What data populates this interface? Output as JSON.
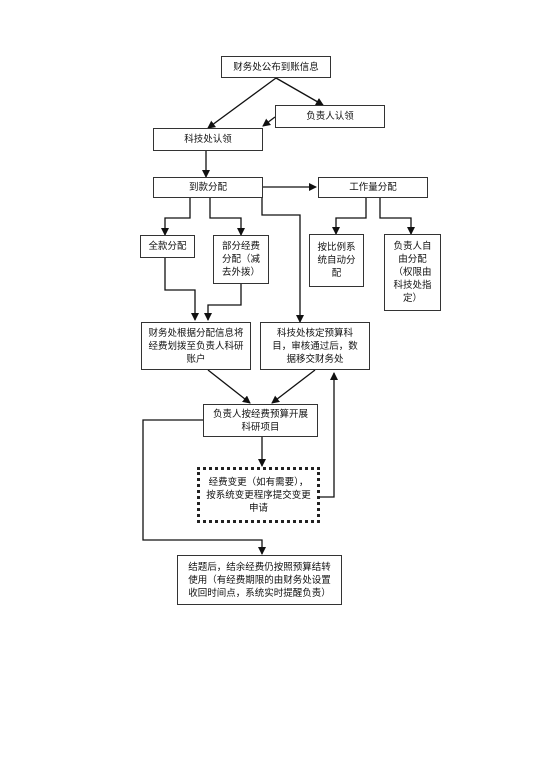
{
  "nodes": {
    "finance_publish": "财务处公布到账信息",
    "pi_claim": "负责人认领",
    "tech_claim": "科技处认领",
    "funds_alloc": "到款分配",
    "workload_alloc": "工作量分配",
    "full_alloc": "全款分配",
    "partial_alloc": "部分经费\n分配（减\n去外拨）",
    "ratio_auto": "按比例系\n统自动分\n配",
    "pi_free": "负责人自\n由分配\n（权限由\n科技处指\n定）",
    "finance_transfer": "财务处根据分配信息将\n经费划拨至负责人科研\n账户",
    "tech_verify": "科技处核定预算科\n目，审核通过后，数\n据移交财务处",
    "pi_execute": "负责人按经费预算开展\n科研项目",
    "budget_change": "经费变更（如有需要），\n按系统变更程序提交变更\n申请",
    "closing": "结题后，结余经费仍按照预算结转\n使用（有经费期限的由财务处设置\n收回时间点，系统实时提醒负责）"
  }
}
